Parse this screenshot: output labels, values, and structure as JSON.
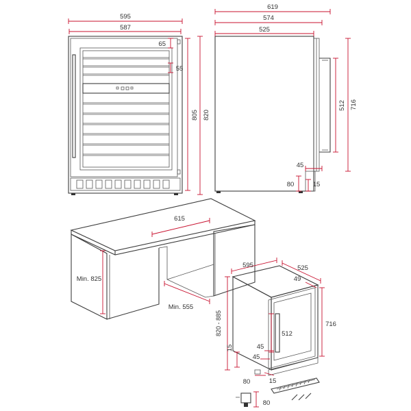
{
  "front_view": {
    "width_total": "595",
    "width_inner": "587",
    "top_offset": "65",
    "shelf_gap": "55",
    "height_body": "805",
    "height_total": "820"
  },
  "side_view": {
    "depth_total": "619",
    "depth_open": "574",
    "depth_body": "525",
    "door_height": "512",
    "handle_height": "716",
    "handle_depth": "45",
    "plinth_height": "80",
    "plinth_setback": "15"
  },
  "install_view": {
    "niche_depth": "615",
    "niche_height": "Min. 825",
    "niche_width": "Min. 555"
  },
  "iso_view": {
    "width": "595",
    "depth": "525",
    "door_offset": "49",
    "height_total": "716",
    "height_range": "820 - 885",
    "door_handle": "512",
    "hinge_a": "45",
    "hinge_b": "45",
    "plinth_gap": "15",
    "plinth_height": "80",
    "foot_setback": "15",
    "foot_height": "80"
  },
  "colors": {
    "line": "#3c3c3c",
    "dimension": "#c8102e"
  }
}
